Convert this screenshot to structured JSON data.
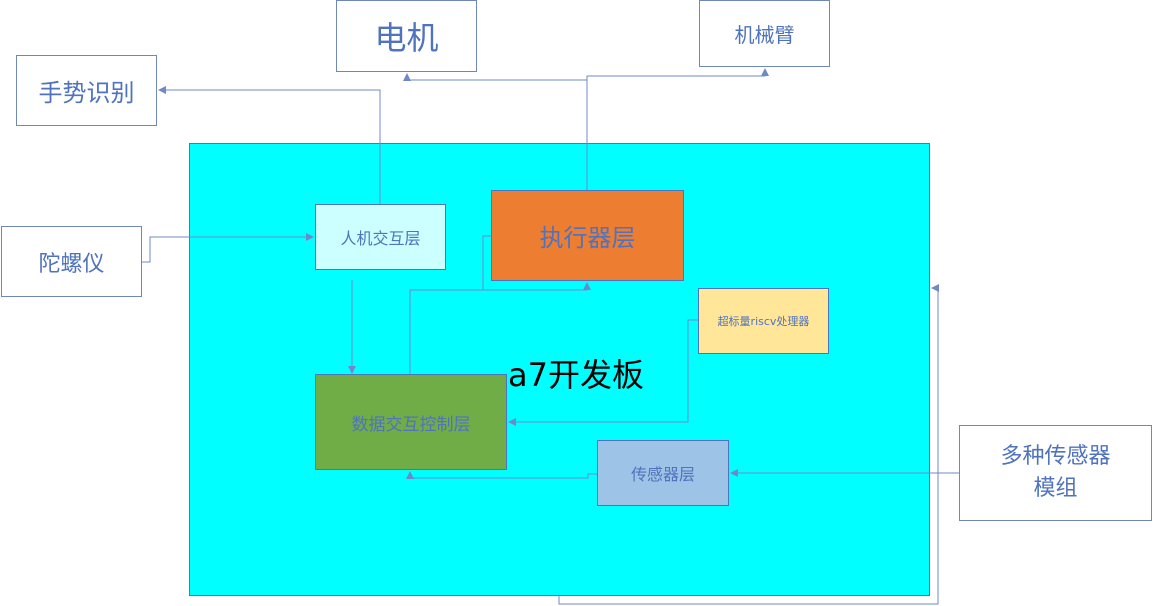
{
  "board": {
    "label": "a7开发板"
  },
  "external": {
    "motor": "电机",
    "arm": "机械臂",
    "gesture": "手势识别",
    "gyro": "陀螺仪",
    "sensors": "多种传感器\n模组"
  },
  "internal": {
    "hmi": "人机交互层",
    "actuator": "执行器层",
    "riscv": "超标量riscv处理器",
    "data_ctrl": "数据交互控制层",
    "sensor_layer": "传感器层"
  },
  "colors": {
    "board_fill": "#00ffff",
    "hmi_fill": "#ccffff",
    "actuator_fill": "#ed7d31",
    "riscv_fill": "#ffe699",
    "data_ctrl_fill": "#70ad47",
    "sensor_layer_fill": "#9dc3e6",
    "text": "#4f73bd",
    "wire": "#6f88c8"
  }
}
